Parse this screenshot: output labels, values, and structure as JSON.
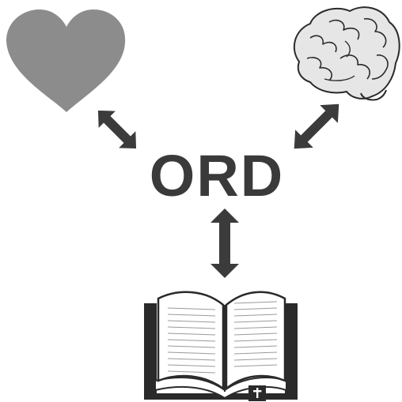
{
  "diagram": {
    "center_word": "ORD",
    "nodes": [
      {
        "id": "heart",
        "icon": "heart-icon"
      },
      {
        "id": "brain",
        "icon": "brain-icon"
      },
      {
        "id": "book",
        "icon": "book-icon"
      }
    ],
    "connections": [
      {
        "from": "ORD",
        "to": "heart",
        "type": "bidirectional"
      },
      {
        "from": "ORD",
        "to": "brain",
        "type": "bidirectional"
      },
      {
        "from": "ORD",
        "to": "book",
        "type": "bidirectional"
      }
    ],
    "colors": {
      "heart": "#8c8c8c",
      "arrows": "#3b3b3b",
      "text": "#3a3a3a",
      "brain_fill": "#e6e6e6",
      "outline": "#2a2a2a"
    }
  }
}
